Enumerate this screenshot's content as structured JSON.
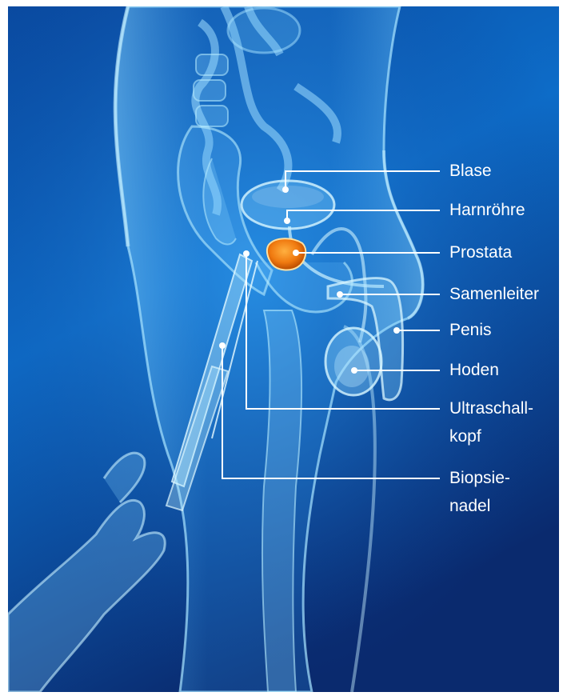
{
  "colors": {
    "background_top": "#0a4aa0",
    "background_mid": "#0d6cc8",
    "background_bottom": "#0a2a6e",
    "body_glow": "#8fd8ff",
    "leader_line": "#ffffff",
    "prostate_orange": "#f07a10"
  },
  "labels": {
    "blase": "Blase",
    "harnroehre": "Harnröhre",
    "prostata": "Prostata",
    "samenleiter": "Samenleiter",
    "penis": "Penis",
    "hoden": "Hoden",
    "ultraschall_1": "Ultraschall-",
    "ultraschall_2": "kopf",
    "biopsie_1": "Biopsie-",
    "biopsie_2": "nadel"
  }
}
